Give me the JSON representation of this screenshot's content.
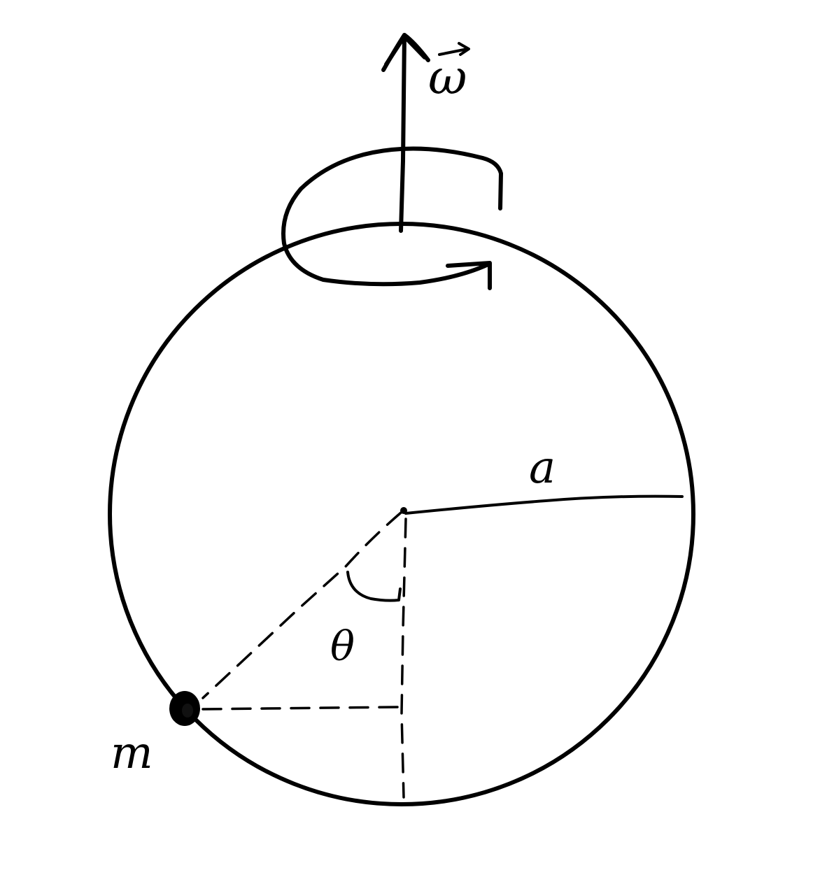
{
  "diagram": {
    "labels": {
      "omega": "ω",
      "radius": "a",
      "angle": "θ",
      "mass": "m"
    },
    "colors": {
      "ink": "#000000",
      "background": "#ffffff"
    },
    "elements": [
      "sphere-outline",
      "rotation-axis-arrow",
      "rotation-direction-arrow",
      "radius-line",
      "bead-mass",
      "dashed-construction-lines",
      "angle-arc"
    ]
  }
}
